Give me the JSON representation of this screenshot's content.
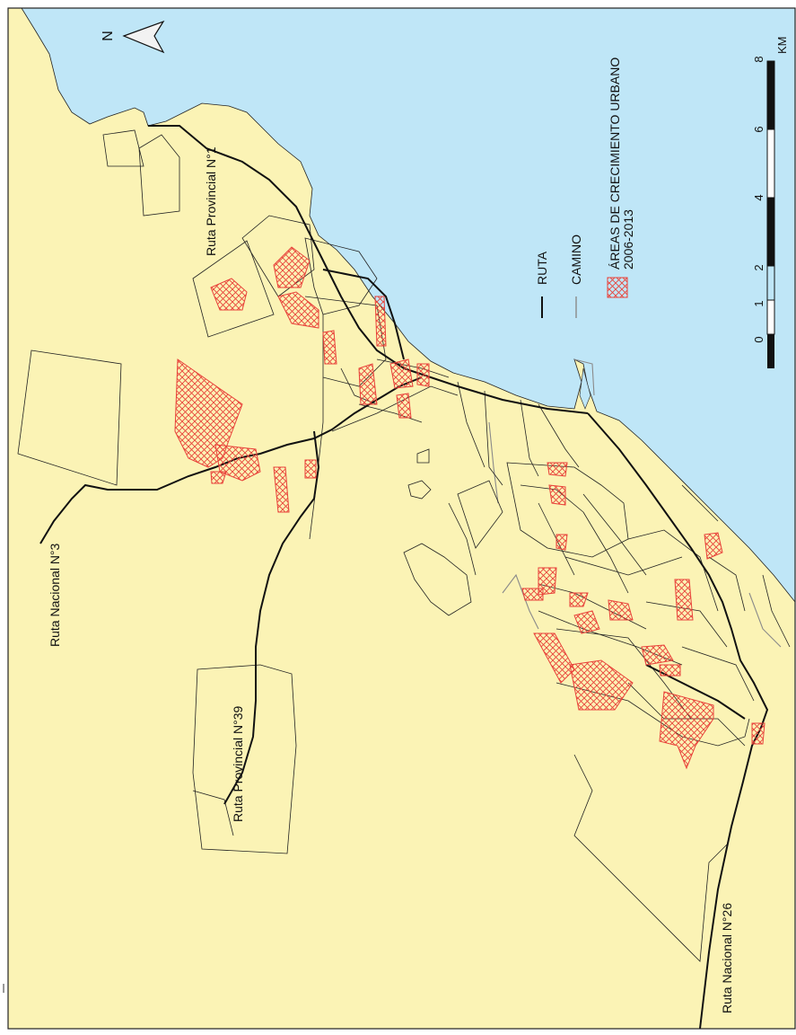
{
  "colors": {
    "land": "#fbf3b5",
    "sea": "#bfe6f7",
    "route": "#111111",
    "road": "#6e6e6e",
    "growth": "#e8423a"
  },
  "north": {
    "label": "N"
  },
  "legend": {
    "ruta": "RUTA",
    "camino": "CAMINO",
    "growth_title": "ÁREAS DE CRECIMIENTO URBANO",
    "growth_years": "2006-2013"
  },
  "scale": {
    "unit": "KM",
    "ticks": [
      "0",
      "1",
      "2",
      "4",
      "6",
      "8"
    ]
  },
  "route_labels": {
    "ruta_nacional_3": "Ruta Nacional N°3",
    "ruta_provincial_1": "Ruta Provincial N°1",
    "ruta_provincial_39": "Ruta Provincial N°39",
    "ruta_nacional_26": "Ruta Nacional N°26"
  }
}
